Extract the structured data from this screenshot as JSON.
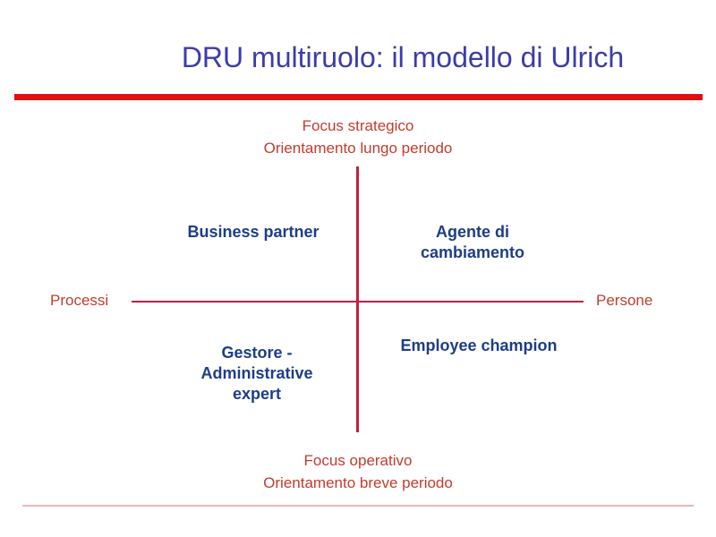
{
  "slide": {
    "title": "DRU multiruolo: il modello di Ulrich",
    "colors": {
      "title_text": "#3c3caa",
      "title_rule": "#de1111",
      "axis_text": "#c43b2c",
      "axis_lines": "#c51f3f",
      "quadrant_text": "#1e3d87",
      "bottom_border": "#e9b6ba",
      "background": "#ffffff"
    },
    "axes": {
      "top_caption": "Focus strategico\nOrientamento lungo periodo",
      "bottom_caption": "Focus operativo\nOrientamento breve periodo",
      "left_label": "Processi",
      "right_label": "Persone"
    },
    "quadrants": {
      "top_left": "Business partner",
      "top_right": "Agente di\ncambiamento",
      "bottom_left": "Gestore -\nAdministrative\nexpert",
      "bottom_right": "Employee champion"
    }
  }
}
